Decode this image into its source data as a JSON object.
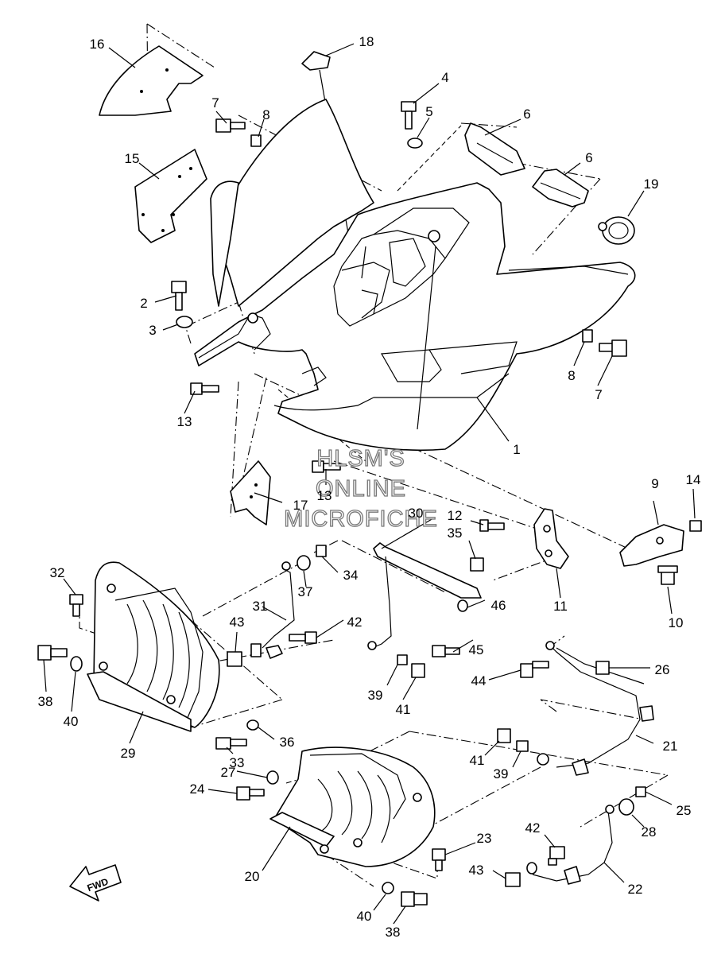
{
  "diagram": {
    "watermark": [
      "HLSM'S",
      "ONLINE",
      "MICROFICHE"
    ],
    "fwd_label": "FWD",
    "callouts": [
      "16",
      "18",
      "4",
      "5",
      "6",
      "6",
      "19",
      "7",
      "8",
      "15",
      "2",
      "3",
      "8",
      "7",
      "13",
      "1",
      "13",
      "17",
      "9",
      "14",
      "30",
      "12",
      "35",
      "34",
      "37",
      "11",
      "10",
      "46",
      "45",
      "32",
      "31",
      "42",
      "43",
      "38",
      "40",
      "39",
      "41",
      "44",
      "26",
      "29",
      "33",
      "36",
      "21",
      "27",
      "24",
      "41",
      "39",
      "25",
      "28",
      "23",
      "42",
      "22",
      "20",
      "43",
      "40",
      "38"
    ]
  }
}
